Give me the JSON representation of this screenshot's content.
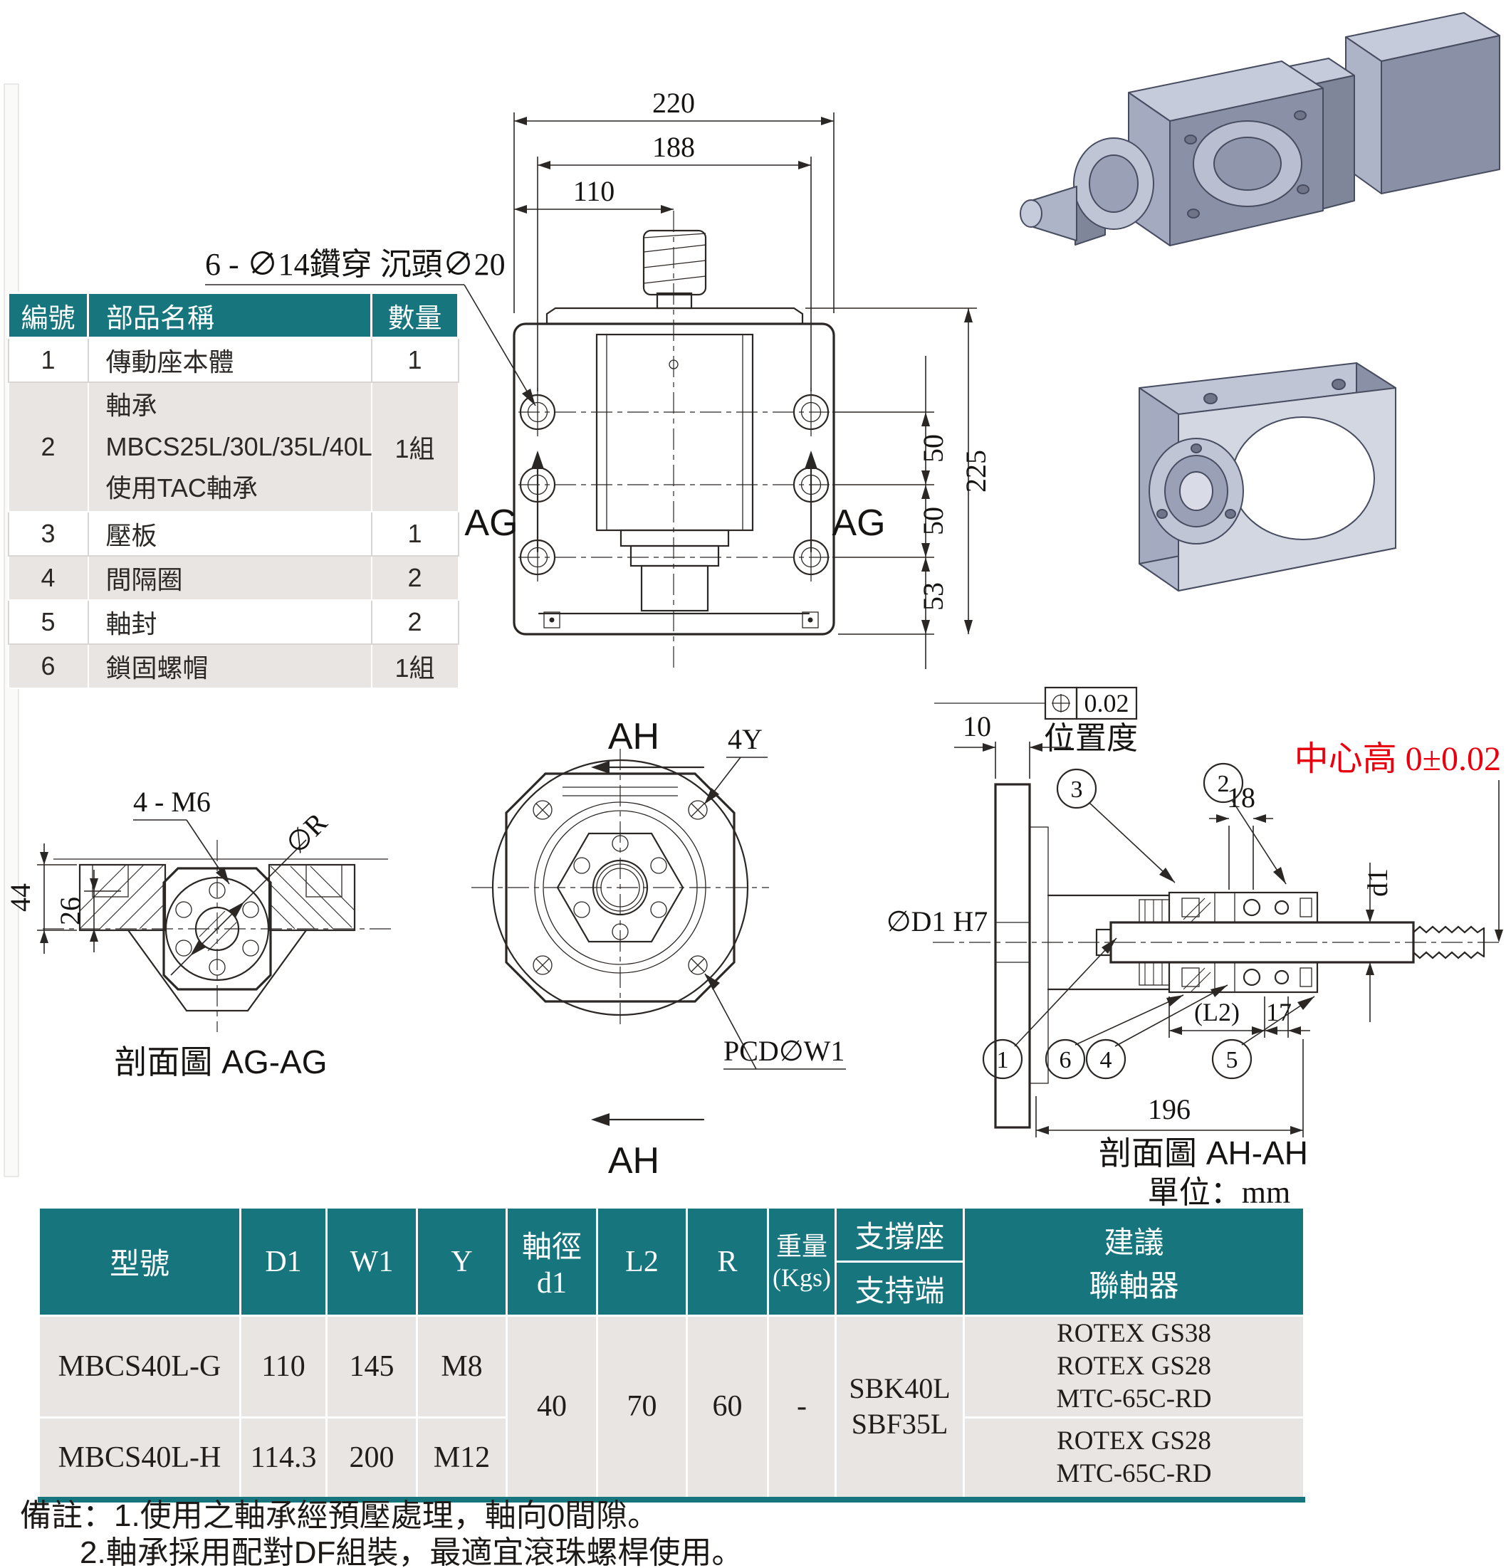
{
  "colors": {
    "teal_header": "#16757d",
    "row_shade": "#e9e5e2",
    "red_note": "#e8000f",
    "line_color": "#2b2724",
    "render_fill": "#a4abc0"
  },
  "parts_table": {
    "headers": {
      "no": "編號",
      "name": "部品名稱",
      "qty": "數量"
    },
    "rows": [
      {
        "no": "1",
        "line1": "傳動座本體",
        "qty": "1"
      },
      {
        "no": "2",
        "line1": "軸承",
        "line2": "MBCS25L/30L/35L/40L",
        "line3": "使用TAC軸承",
        "qty": "1組"
      },
      {
        "no": "3",
        "line1": "壓板",
        "qty": "1"
      },
      {
        "no": "4",
        "line1": "間隔圈",
        "qty": "2"
      },
      {
        "no": "5",
        "line1": "軸封",
        "qty": "2"
      },
      {
        "no": "6",
        "line1": "鎖固螺帽",
        "qty": "1組"
      }
    ]
  },
  "front_view": {
    "hole_note": "6 - ∅14鑽穿 沉頭∅20",
    "dim_220": "220",
    "dim_188": "188",
    "dim_110": "110",
    "dim_50a": "50",
    "dim_50b": "50",
    "dim_53": "53",
    "dim_225": "225",
    "section_ag_left": "AG",
    "section_ag_right": "AG"
  },
  "ag_section": {
    "thread_note": "4 - M6",
    "radius_label": "∅R",
    "dim_44": "44",
    "dim_26": "26",
    "caption": "剖面圖 AG-AG"
  },
  "center_view": {
    "section_ah_top": "AH",
    "section_ah_bottom": "AH",
    "corner_hole_label": "4Y",
    "pcd_label": "PCD∅W1",
    "bore_label": "∅D1 H7"
  },
  "ah_section": {
    "tolerance_value": "0.02",
    "tolerance_name": "位置度",
    "center_height_note": "中心高 0±0.02",
    "dim_10": "10",
    "dim_18": "18",
    "dim_d1": "d1",
    "dim_l2": "(L2)",
    "dim_17": "17",
    "dim_196": "196",
    "balloon_1": "1",
    "balloon_2": "2",
    "balloon_3": "3",
    "balloon_4": "4",
    "balloon_5": "5",
    "balloon_6": "6",
    "caption": "剖面圖 AH-AH",
    "unit_note": "單位：mm"
  },
  "spec_table": {
    "headers": {
      "model": "型號",
      "d1": "D1",
      "w1": "W1",
      "y": "Y",
      "shaft_dia_line1": "軸徑",
      "shaft_dia_line2": "d1",
      "l2": "L2",
      "r": "R",
      "weight_line1": "重量",
      "weight_line2": "(Kgs)",
      "support_top": "支撐座",
      "support_bottom": "支持端",
      "coupling_line1": "建議",
      "coupling_line2": "聯軸器"
    },
    "row1": {
      "model": "MBCS40L-G",
      "d1": "110",
      "w1": "145",
      "y": "M8",
      "coupling_line1": "ROTEX GS38",
      "coupling_line2": "ROTEX GS28",
      "coupling_line3": "MTC-65C-RD"
    },
    "row2": {
      "model": "MBCS40L-H",
      "d1": "114.3",
      "w1": "200",
      "y": "M12",
      "coupling_line1": "ROTEX GS28",
      "coupling_line2": "MTC-65C-RD"
    },
    "shared": {
      "shaft_dia": "40",
      "l2": "70",
      "r": "60",
      "weight": "-",
      "support_line1": "SBK40L",
      "support_line2": "SBF35L"
    }
  },
  "notes": {
    "line1": "備註：1.使用之軸承經預壓處理，軸向0間隙。",
    "line2": "2.軸承採用配對DF組裝，最適宜滾珠螺桿使用。"
  }
}
